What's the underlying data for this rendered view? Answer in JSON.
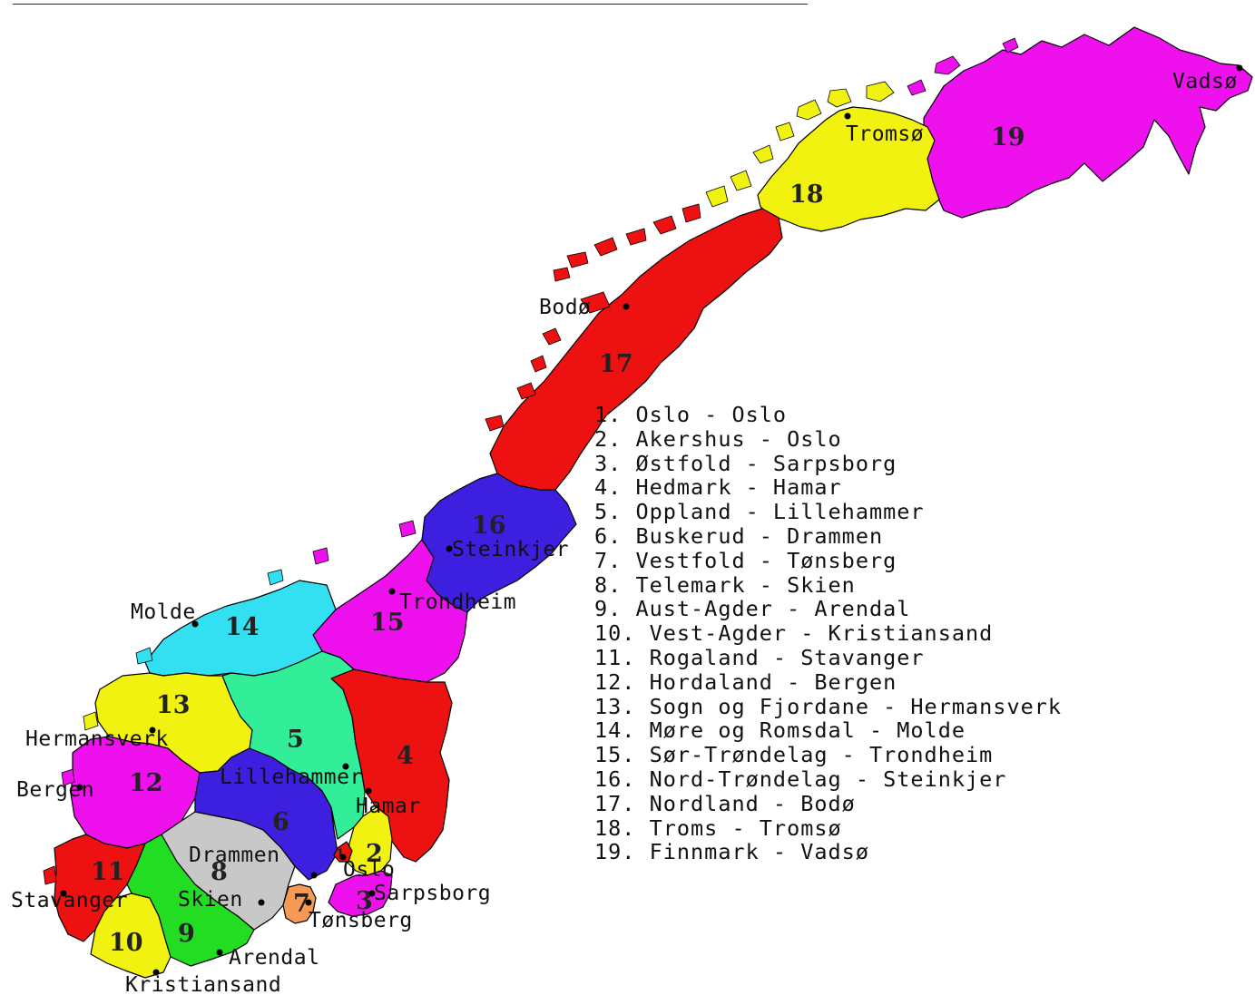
{
  "colors": {
    "red": "#ee1111",
    "magenta": "#ee11ee",
    "yellow": "#f2f211",
    "blue": "#3d1fe0",
    "cyan": "#33e0f2",
    "green_teal": "#33ee99",
    "green": "#22dd22",
    "grey": "#c8c8c8",
    "orange": "#f59a55"
  },
  "region_numbers": {
    "r1": "1",
    "r2": "2",
    "r3": "3",
    "r4": "4",
    "r5": "5",
    "r6": "6",
    "r7": "7",
    "r8": "8",
    "r9": "9",
    "r10": "10",
    "r11": "11",
    "r12": "12",
    "r13": "13",
    "r14": "14",
    "r15": "15",
    "r16": "16",
    "r17": "17",
    "r18": "18",
    "r19": "19"
  },
  "cities": {
    "vadso": "Vadsø",
    "tromso": "Tromsø",
    "bodo": "Bodø",
    "steinkjer": "Steinkjer",
    "trondheim": "Trondheim",
    "molde": "Molde",
    "hermansverk": "Hermansverk",
    "bergen": "Bergen",
    "lillehammer": "Lillehammer",
    "hamar": "Hamar",
    "drammen": "Drammen",
    "oslo": "Oslo",
    "sarpsborg": "Sarpsborg",
    "tonsberg": "Tønsberg",
    "skien": "Skien",
    "stavanger": "Stavanger",
    "arendal": "Arendal",
    "kristiansand": "Kristiansand"
  },
  "legend": [
    "1. Oslo - Oslo",
    "2. Akershus - Oslo",
    "3. Østfold - Sarpsborg",
    "4. Hedmark - Hamar",
    "5. Oppland - Lillehammer",
    "6. Buskerud - Drammen",
    "7. Vestfold - Tønsberg",
    "8. Telemark - Skien",
    "9. Aust-Agder - Arendal",
    "10. Vest-Agder - Kristiansand",
    "11. Rogaland - Stavanger",
    "12. Hordaland - Bergen",
    "13. Sogn og Fjordane - Hermansverk",
    "14. Møre og Romsdal - Molde",
    "15. Sør-Trøndelag - Trondheim",
    "16. Nord-Trøndelag - Steinkjer",
    "17. Nordland - Bodø",
    "18. Troms - Tromsø",
    "19. Finnmark - Vadsø"
  ]
}
